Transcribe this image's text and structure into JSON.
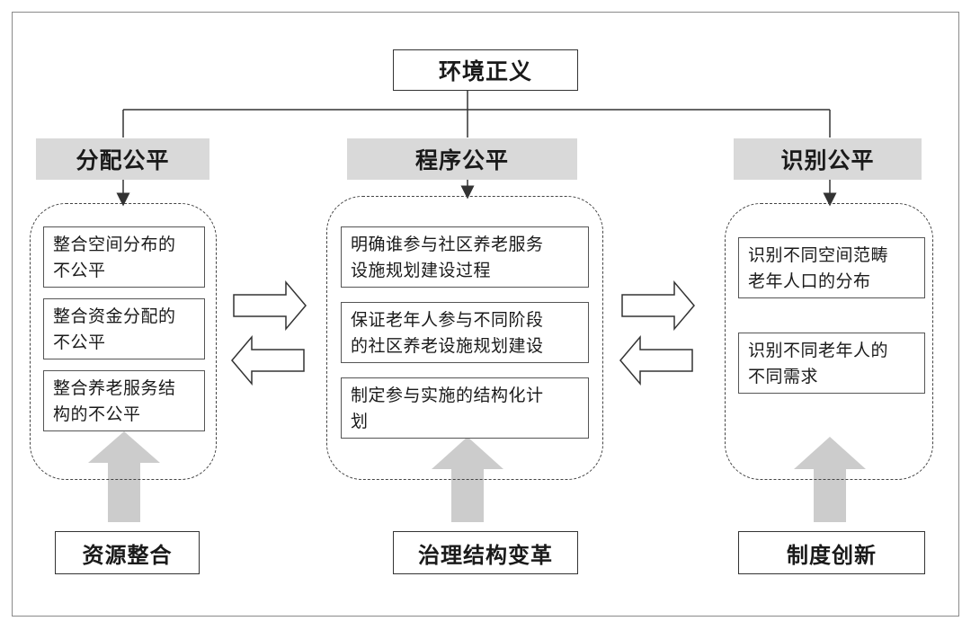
{
  "root": {
    "label": "环境正义"
  },
  "columns": [
    {
      "title": "分配公平",
      "items": [
        "整合空间分布的\n不公平",
        "整合资金分配的\n不公平",
        "整合养老服务结\n构的不公平"
      ],
      "driver": "资源整合"
    },
    {
      "title": "程序公平",
      "items": [
        "明确谁参与社区养老服务\n设施规划建设过程",
        "保证老年人参与不同阶段\n的社区养老设施规划建设",
        "制定参与实施的结构化计\n划"
      ],
      "driver": "治理结构变革"
    },
    {
      "title": "识别公平",
      "items": [
        "识别不同空间范畴\n老年人口的分布",
        "识别不同老年人的\n不同需求"
      ],
      "driver": "制度创新"
    }
  ],
  "colors": {
    "category_fill": "#d9d9d9",
    "upward_arrow_fill": "#cccccc",
    "line": "#333333"
  }
}
